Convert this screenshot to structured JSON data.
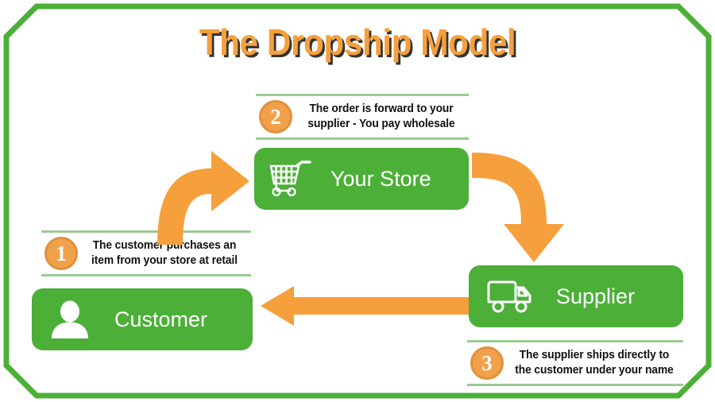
{
  "page": {
    "title": "The Dropship Model",
    "background_color": "#ffffff"
  },
  "colors": {
    "green": "#4CAF38",
    "green_light_rule": "#9ACB92",
    "orange": "#F5A03C",
    "badge_orange": "#F2A14B",
    "badge_ring": "#E0913C",
    "title_orange": "#F5A03C",
    "title_shadow": "#333333",
    "text_dark": "#111111",
    "white": "#ffffff"
  },
  "frame": {
    "name": "chamfered-green-border",
    "color": "#4CAF38",
    "stroke_width": 6
  },
  "nodes": [
    {
      "id": "store",
      "label": "Your Store",
      "icon": "shopping-cart-icon"
    },
    {
      "id": "supplier",
      "label": "Supplier",
      "icon": "delivery-truck-icon"
    },
    {
      "id": "customer",
      "label": "Customer",
      "icon": "person-icon"
    }
  ],
  "steps": [
    {
      "number": "1",
      "text": "The customer purchases an item from your store at retail"
    },
    {
      "number": "2",
      "text": "The order is forward to your supplier - You pay wholesale"
    },
    {
      "number": "3",
      "text": "The supplier ships directly to the customer under your name"
    }
  ],
  "arrows": [
    {
      "id": "customer-to-store",
      "shape": "curved-up-right",
      "color": "#F5A03C"
    },
    {
      "id": "store-to-supplier",
      "shape": "curved-down",
      "color": "#F5A03C"
    },
    {
      "id": "supplier-to-customer",
      "shape": "straight-left",
      "color": "#F5A03C"
    }
  ]
}
